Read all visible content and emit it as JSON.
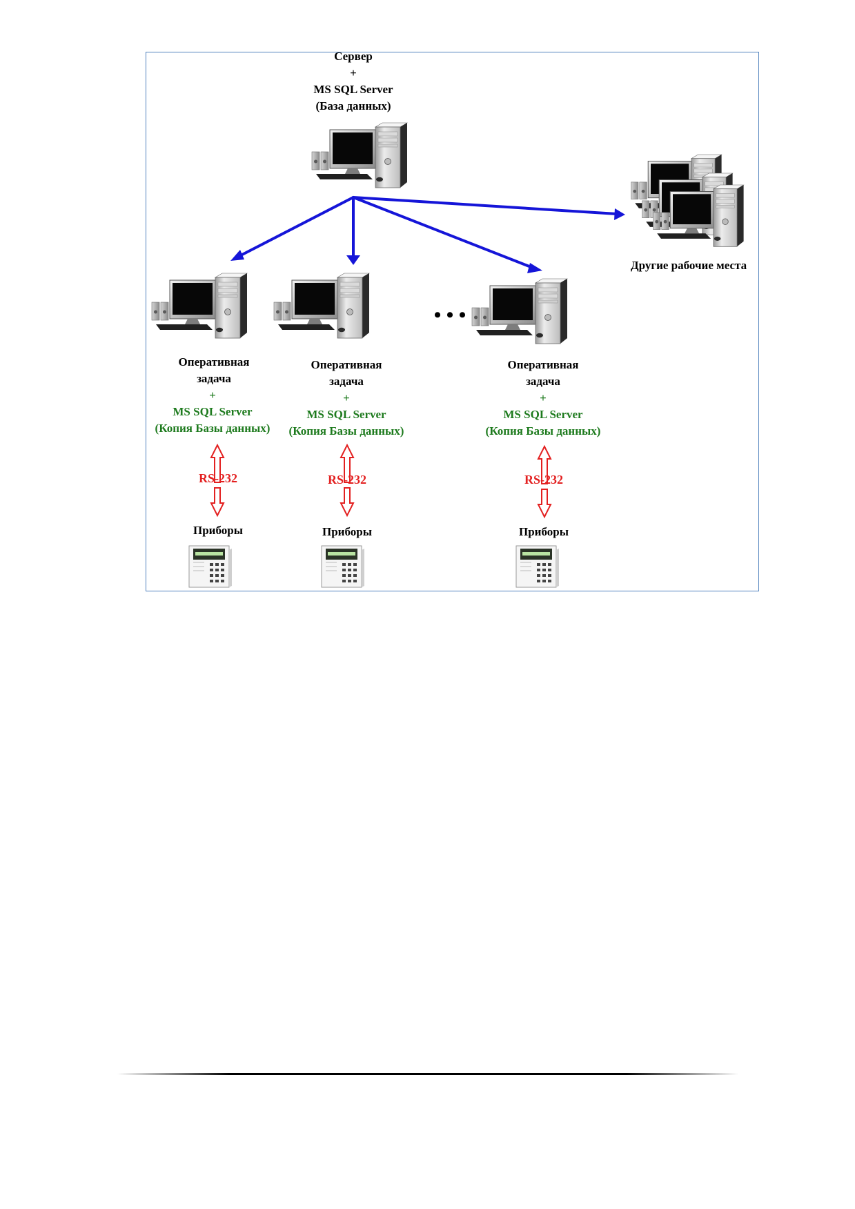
{
  "colors": {
    "frame_border": "#4f81bd",
    "network_arrow": "#1515d8",
    "serial_arrow": "#e32020",
    "db_text": "#1d7a1d",
    "label_text": "#000000"
  },
  "server": {
    "title": "Сервер",
    "plus": "+",
    "db_name": "MS SQL Server",
    "db_note": "(База данных)",
    "icon": "desktop-computer-icon"
  },
  "other_workplaces": {
    "label": "Другие рабочие места",
    "icon": "workstation-cluster-icon"
  },
  "ellipsis": "• • •",
  "workstations": [
    {
      "task_line1": "Оперативная",
      "task_line2": "задача",
      "plus": "+",
      "db_name": "MS SQL Server",
      "db_note": "(Копия Базы данных)",
      "link": "RS-232",
      "devices": "Приборы"
    },
    {
      "task_line1": "Оперативная",
      "task_line2": "задача",
      "plus": "+",
      "db_name": "MS SQL Server",
      "db_note": "(Копия Базы данных)",
      "link": "RS-232",
      "devices": "Приборы"
    },
    {
      "task_line1": "Оперативная",
      "task_line2": "задача",
      "plus": "+",
      "db_name": "MS SQL Server",
      "db_note": "(Копия Базы данных)",
      "link": "RS-232",
      "devices": "Приборы"
    }
  ]
}
